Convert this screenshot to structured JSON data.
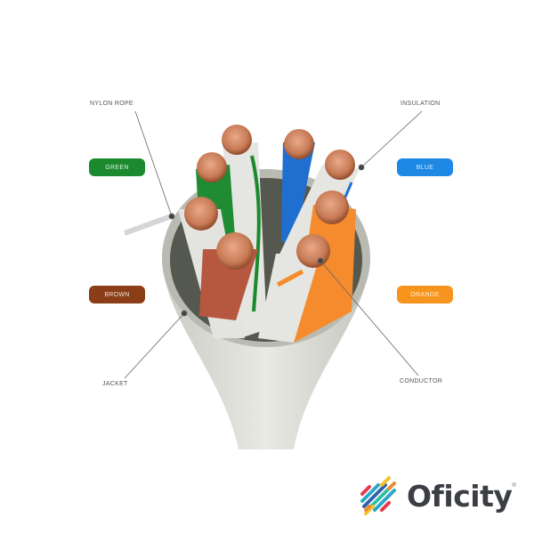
{
  "labels": {
    "nylon_rope": "NYLON ROPE",
    "insulation": "INSULATION",
    "jacket": "JACKET",
    "conductor": "CONDUCTOR"
  },
  "pills": {
    "green": "GREEN",
    "blue": "BLUE",
    "brown": "BROWN",
    "orange": "ORANGE"
  },
  "colors": {
    "green": "#1b8a2e",
    "blue": "#1e88e5",
    "brown": "#8a3d16",
    "orange": "#f7941d",
    "copper": "#c87a55",
    "jacket": "#d9dbd3"
  },
  "logo": {
    "brand": "Oficity",
    "registered": "®"
  }
}
